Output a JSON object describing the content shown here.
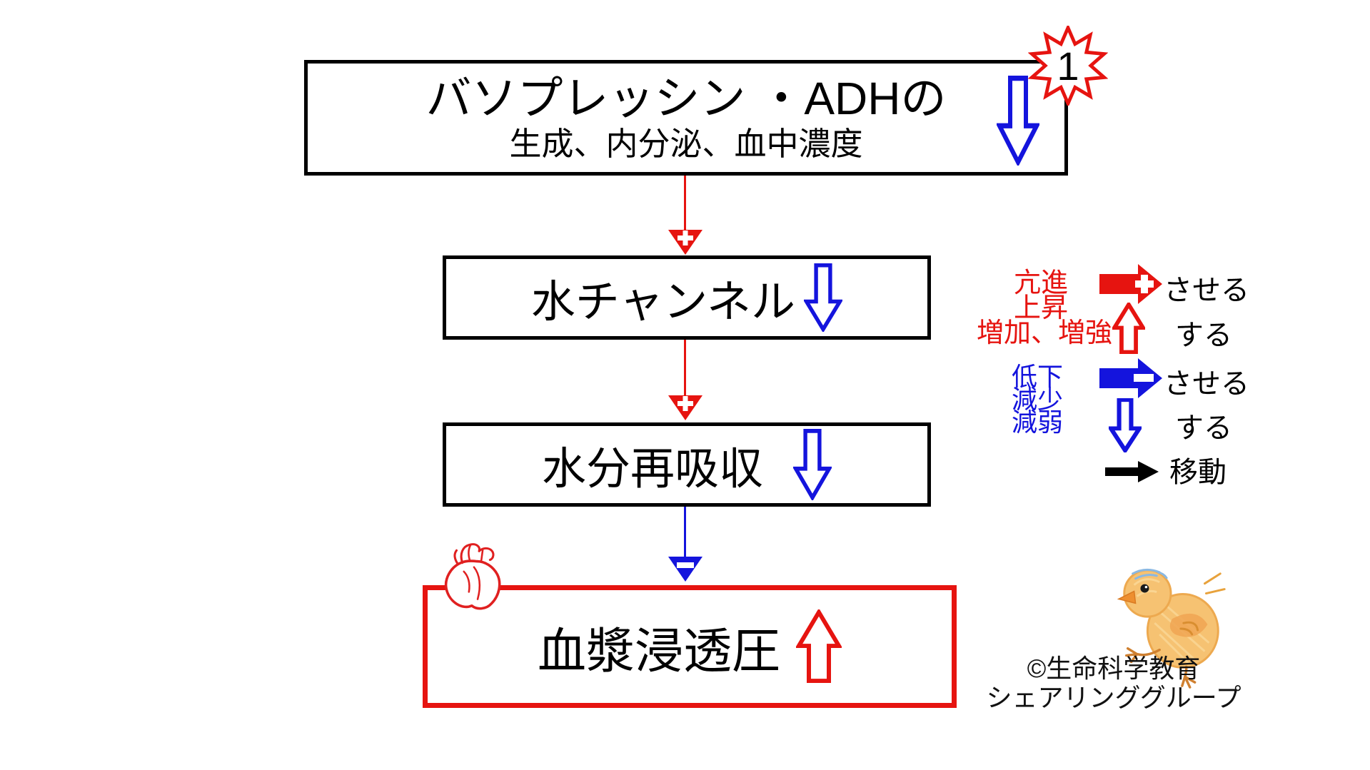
{
  "colors": {
    "red": "#e61410",
    "blue": "#1414dd",
    "black": "#000000"
  },
  "flow": {
    "marker": "1",
    "box1": {
      "title": "バソプレッシン ・ADHの",
      "subtitle": "生成、内分泌、血中濃度"
    },
    "box2": {
      "title": "水チャンネル"
    },
    "box3": {
      "title": "水分再吸収"
    },
    "box4": {
      "title": "血漿浸透圧"
    }
  },
  "legend": {
    "increase": {
      "labels": [
        "亢進",
        "上昇",
        "増加、増強"
      ],
      "cause": "させる",
      "do": "する"
    },
    "decrease": {
      "labels": [
        "低下",
        "減少",
        "減弱"
      ],
      "cause": "させる",
      "do": "する"
    },
    "move": {
      "label": "移動"
    }
  },
  "credit": {
    "line1": "©生命科学教育",
    "line2": "シェアリンググループ"
  }
}
